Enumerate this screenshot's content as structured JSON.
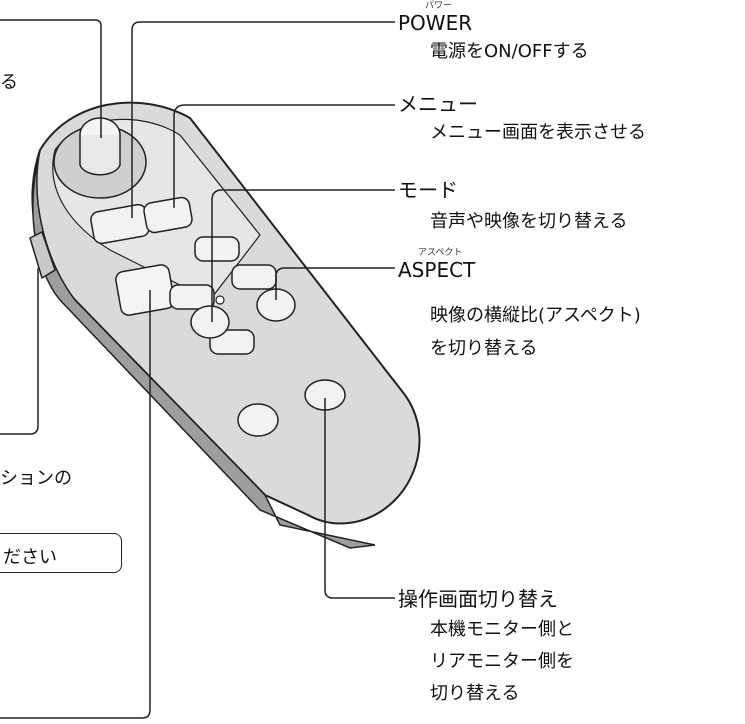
{
  "callouts": {
    "power": {
      "ruby": "パワー",
      "title": "POWER",
      "desc": "電源をON/OFFする"
    },
    "menu": {
      "title": "メニュー",
      "desc": "メニュー画面を表示させる"
    },
    "mode": {
      "title": "モード",
      "desc": "音声や映像を切り替える"
    },
    "aspect": {
      "ruby": "アスペクト",
      "title": "ASPECT",
      "desc": [
        "映像の横縦比(アスペクト)",
        "を切り替える"
      ]
    },
    "monitor": {
      "title": "操作画面切り替え",
      "desc": [
        "本機モニター側と",
        "リアモニター側を",
        "切り替える"
      ]
    },
    "left_top_fragment": "る",
    "left_bottom_fragment": "ションの",
    "note_fragment": "ださい"
  },
  "colors": {
    "body": "#dcdcdc",
    "body_dark": "#a9a9a9",
    "outline": "#222222",
    "button": "#f2f2f2"
  }
}
